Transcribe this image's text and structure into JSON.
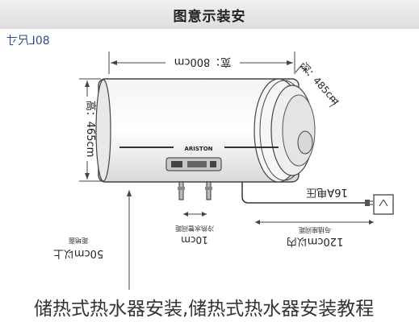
{
  "banner": {
    "title": "图意示装安"
  },
  "model": {
    "label": "80L尺寸"
  },
  "dimensions": {
    "width": "宽：800cm",
    "height": "高：465cm",
    "depth": "深：485cm",
    "power": "16A电压",
    "pipe_spacing_top": "冷热水管间距",
    "pipe_spacing_value": "10cm",
    "socket_distance_top": "与插座间距",
    "socket_distance_value": "120cm以内",
    "ground_distance_top": "距地面",
    "ground_distance_value": "50cm以上"
  },
  "heater": {
    "brand": "ARISTON"
  },
  "caption": "储热式热水器安装,储热式热水器安装教程"
}
